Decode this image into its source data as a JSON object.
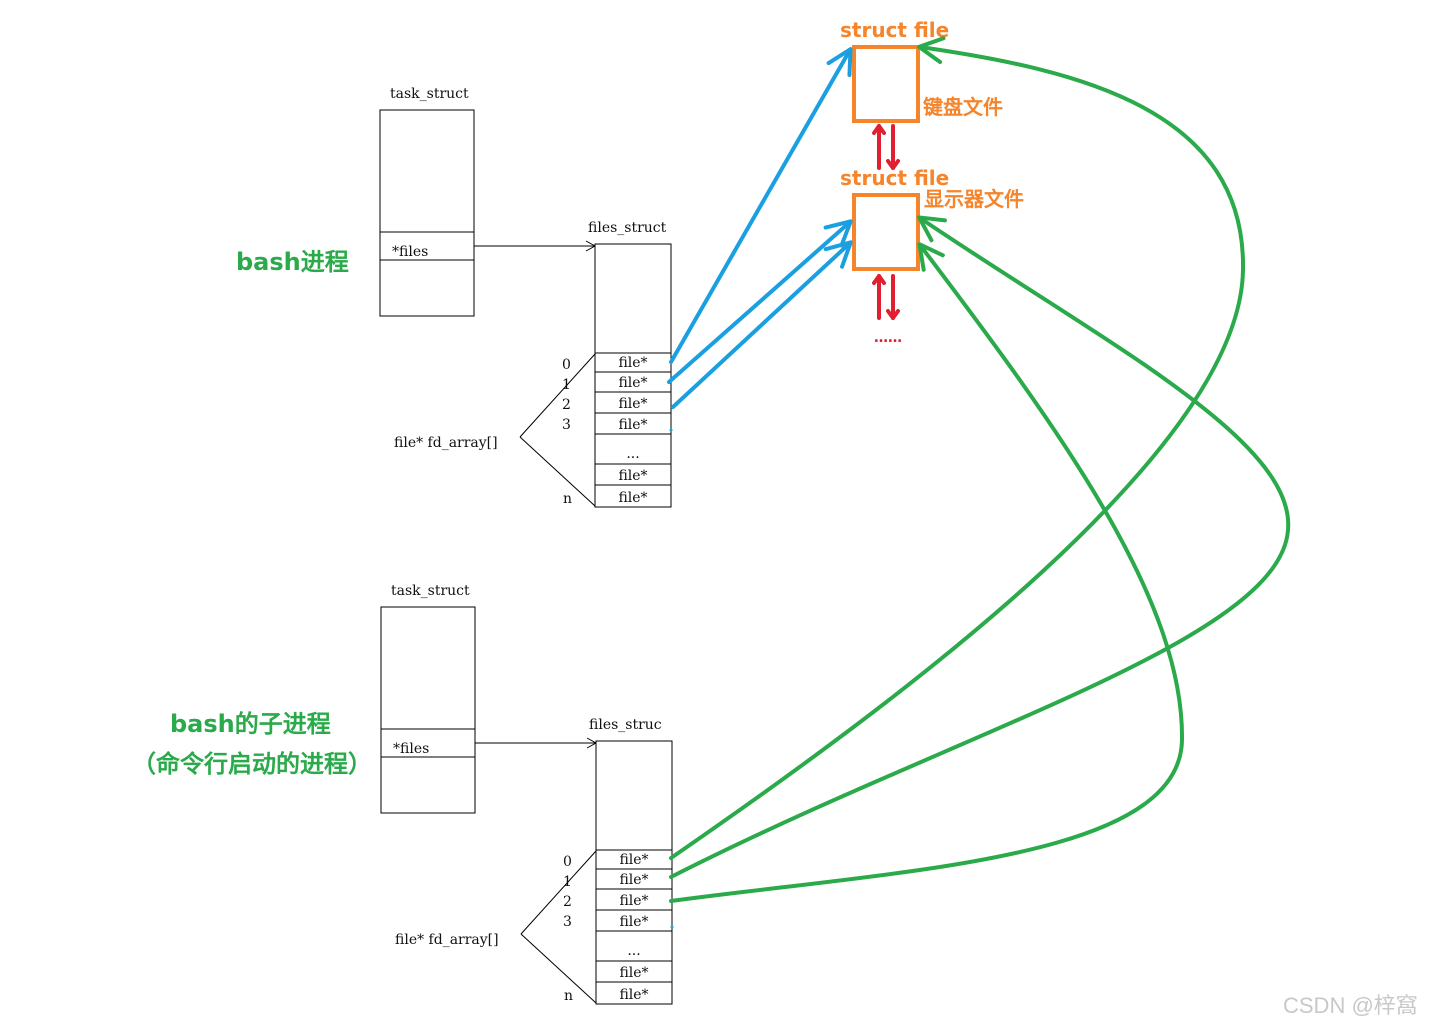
{
  "struct_file_top": {
    "title": "struct file",
    "label": "键盘文件"
  },
  "struct_file_mid": {
    "title": "struct file",
    "label": "显示器文件"
  },
  "ellipsis_below": "……",
  "bash": {
    "label": "bash进程",
    "task_struct": "task_struct",
    "files_field": "*files",
    "files_struct": "files_struct",
    "fd_array": "file* fd_array[]",
    "indices": [
      "0",
      "1",
      "2",
      "3",
      "n"
    ],
    "slots": [
      "file*",
      "file*",
      "file*",
      "file*",
      "...",
      "file*",
      "file*"
    ]
  },
  "child": {
    "label_line1": "bash的子进程",
    "label_line2": "（命令行启动的进程）",
    "task_struct": "task_struct",
    "files_field": "*files",
    "files_struct": "files_struc",
    "fd_array": "file* fd_array[]",
    "indices": [
      "0",
      "1",
      "2",
      "3",
      "n"
    ],
    "slots": [
      "file*",
      "file*",
      "file*",
      "file*",
      "...",
      "file*",
      "file*"
    ]
  },
  "watermark": "CSDN @梓窩",
  "colors": {
    "blue": "#1aa0e0",
    "green": "#2aaa4a",
    "orange": "#f5842a",
    "red": "#e02030"
  }
}
